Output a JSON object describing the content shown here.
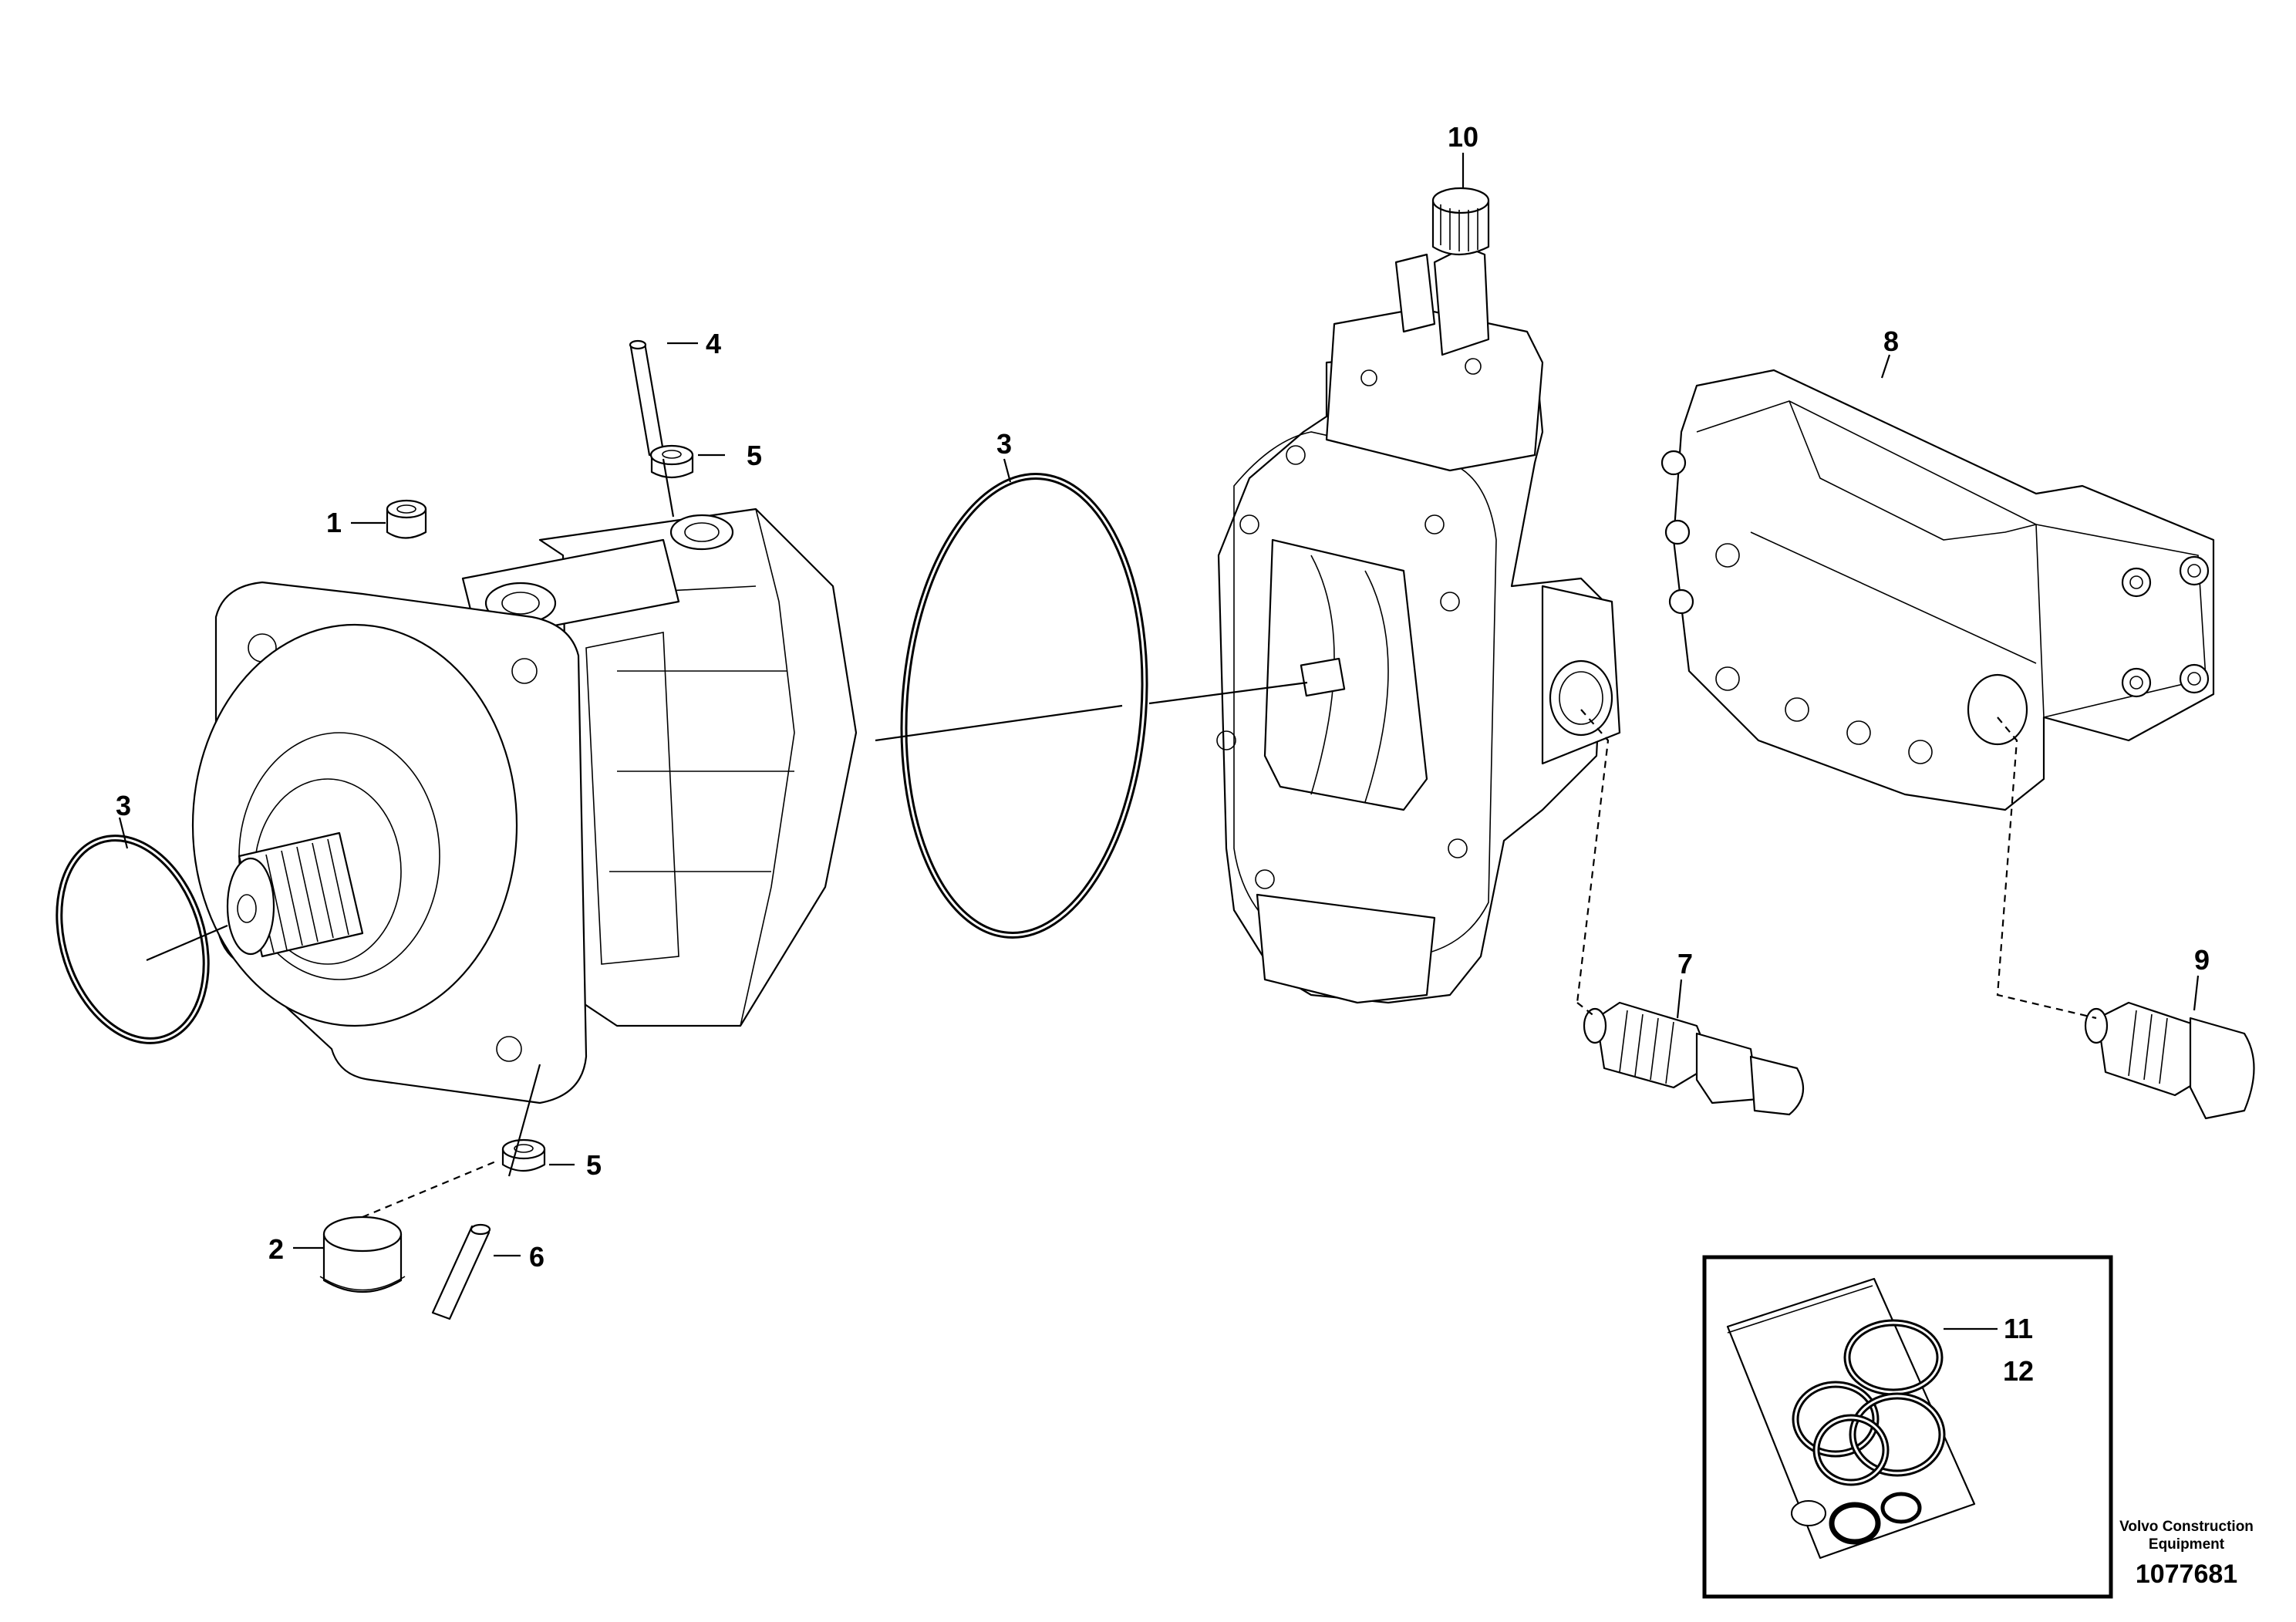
{
  "callouts": {
    "c1": "1",
    "c2": "2",
    "c3_left": "3",
    "c3_center": "3",
    "c4": "4",
    "c5_top": "5",
    "c5_bottom": "5",
    "c6": "6",
    "c7": "7",
    "c8": "8",
    "c9": "9",
    "c10": "10",
    "c11": "11",
    "c12": "12"
  },
  "footer": {
    "brand_line1": "Volvo Construction",
    "brand_line2": "Equipment",
    "doc_number": "1077681"
  }
}
